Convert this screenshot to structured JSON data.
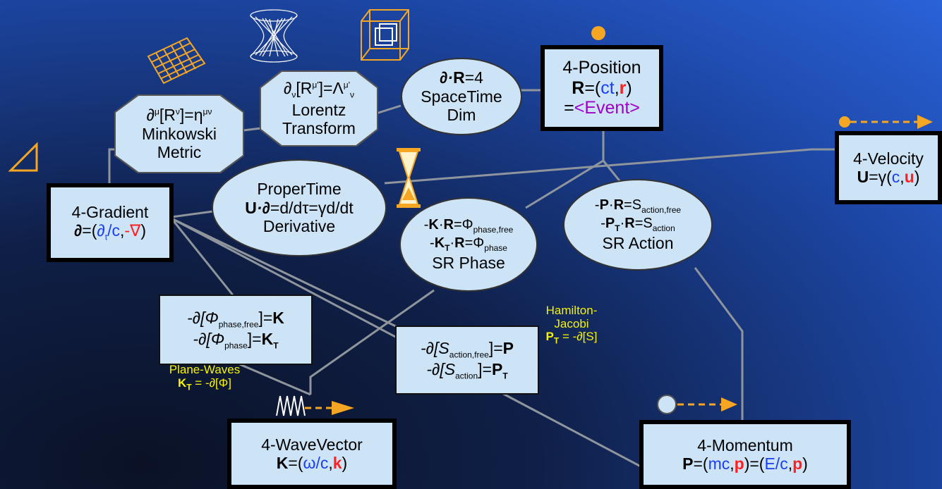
{
  "colors": {
    "background": "#1a3a8a",
    "node_fill": "#cde4f7",
    "arrow": "#f5a623",
    "annotation": "#f7f300",
    "accent_red": "#ff2020",
    "accent_blue": "#1a3ef0",
    "accent_purple": "#a000c8"
  },
  "icons": [
    "grid-plane-icon",
    "hyperboloid-icon",
    "tesseract-icon",
    "triangle-icon",
    "hourglass-icon",
    "wave-icon"
  ],
  "nodes": {
    "position": {
      "l1": "4-Position",
      "R": "R",
      "eq": "=(",
      "ct": "ct",
      "comma": ",",
      "r": "r",
      "close": ")",
      "eq2": "=",
      "event": "<Event>"
    },
    "velocity": {
      "l1": "4-Velocity",
      "U": "U",
      "eq": "=γ(",
      "c": "c",
      "comma": ",",
      "u": "u",
      "close": ")"
    },
    "gradient": {
      "l1": "4-Gradient",
      "d": "∂",
      "eq": "=(",
      "dt": "∂",
      "t": "t",
      "slashc": "/c",
      "comma": ",",
      "nabla": "-∇",
      "close": ")"
    },
    "wavevector": {
      "l1": "4-WaveVector",
      "K": "K",
      "eq": "=(",
      "wc": "ω/c",
      "comma": ",",
      "k": "k",
      "close": ")"
    },
    "momentum": {
      "l1": "4-Momentum",
      "P": "P",
      "eq": "=(",
      "mc": "mc",
      "comma": ",",
      "p": "p",
      "mid": ")=(",
      "Ec": "E/c",
      "close": ")"
    },
    "dim": {
      "a": "∂·",
      "R": "R",
      "b": "=4",
      "l2": "SpaceTime",
      "l3": "Dim"
    },
    "lorentz": {
      "pre": "∂",
      "sub1": "ν",
      "mid": "[R",
      "sup1": "μ'",
      "mid2": "]=Λ",
      "sup2": "μ'",
      "sub2": "ν",
      "l2": "Lorentz",
      "l3": "Transform"
    },
    "minkowski": {
      "pre": "∂",
      "sup1": "μ",
      "mid": "[R",
      "sup2": "ν",
      "mid2": "]=η",
      "sup3": "μν",
      "l2": "Minkowski",
      "l3": "Metric"
    },
    "propertime": {
      "l1": "ProperTime",
      "U": "U",
      "dot": "·∂",
      "rest": "=d/dτ=γd/dt",
      "l3": "Derivative"
    },
    "phase": {
      "neg": "-",
      "K": "K",
      "dot": "·",
      "R": "R",
      "eq": "=Φ",
      "sub1": "phase,free",
      "neg2": "-",
      "KT": "K",
      "T": "T",
      "dot2": "·",
      "R2": "R",
      "eq2": "=Φ",
      "sub2": "phase",
      "l3": "SR Phase"
    },
    "action": {
      "neg": "-",
      "P": "P",
      "dot": "·",
      "R": "R",
      "eq": "=S",
      "sub1": "action,free",
      "neg2": "-",
      "PT": "P",
      "T": "T",
      "dot2": "·",
      "R2": "R",
      "eq2": "=S",
      "sub2": "action",
      "l3": "SR Action"
    },
    "phasebox": {
      "a": "-∂[Φ",
      "sub1": "phase,free",
      "b": "]=",
      "K": "K",
      "a2": "-∂[Φ",
      "sub2": "phase",
      "b2": "]=",
      "K2": "K",
      "T": "T"
    },
    "actionbox": {
      "a": "-∂[S",
      "sub1": "action,free",
      "b": "]=",
      "P": "P",
      "a2": "-∂[S",
      "sub2": "action",
      "b2": "]=",
      "P2": "P",
      "T": "T"
    }
  },
  "annotations": {
    "hamilton": {
      "l1": "Hamilton-",
      "l2": "Jacobi",
      "P": "P",
      "T": "T",
      "rest": " = -∂[S]"
    },
    "planewaves": {
      "l1": "Plane-Waves",
      "K": "K",
      "T": "T",
      "rest": " = -∂[Φ]"
    }
  }
}
